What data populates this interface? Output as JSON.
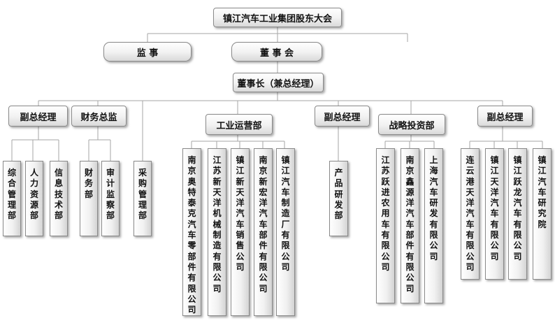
{
  "org_chart": {
    "shareholders_meeting": "镇江汽车工业集团股东大会",
    "supervisors": "监 事",
    "board": "董 事 会",
    "chairman": "董事长（兼总经理）",
    "left_vp": "副总经理",
    "left_vp_depts": [
      "综合管理部",
      "人力资源部",
      "信息技术部"
    ],
    "cfo": "财务总监",
    "cfo_depts": [
      "财务部",
      "审计监察部"
    ],
    "procurement": "采购管理部",
    "operations": "工业运营部",
    "operations_companies": [
      "南京奥特泰克汽车零部件有限公司",
      "江苏新天洋机械制造有限公司",
      "镇江新天洋汽车销售公司",
      "南京新宏洋汽车部件有限公司",
      "镇江汽车制造厂有限公司"
    ],
    "mid_vp": "副总经理",
    "mid_vp_depts": [
      "产品研发部"
    ],
    "strategy": "战略投资部",
    "strategy_companies": [
      "江苏跃进农用车有限公司",
      "南京鑫源洋汽车部件有限公司",
      "上海汽车研发有限公司"
    ],
    "right_vp": "副总经理",
    "right_vp_companies": [
      "连云港天洋汽车有限公司",
      "镇江天洋汽车有限公司",
      "镇江跃龙汽车有限公司",
      "镇江汽车研究院"
    ]
  }
}
